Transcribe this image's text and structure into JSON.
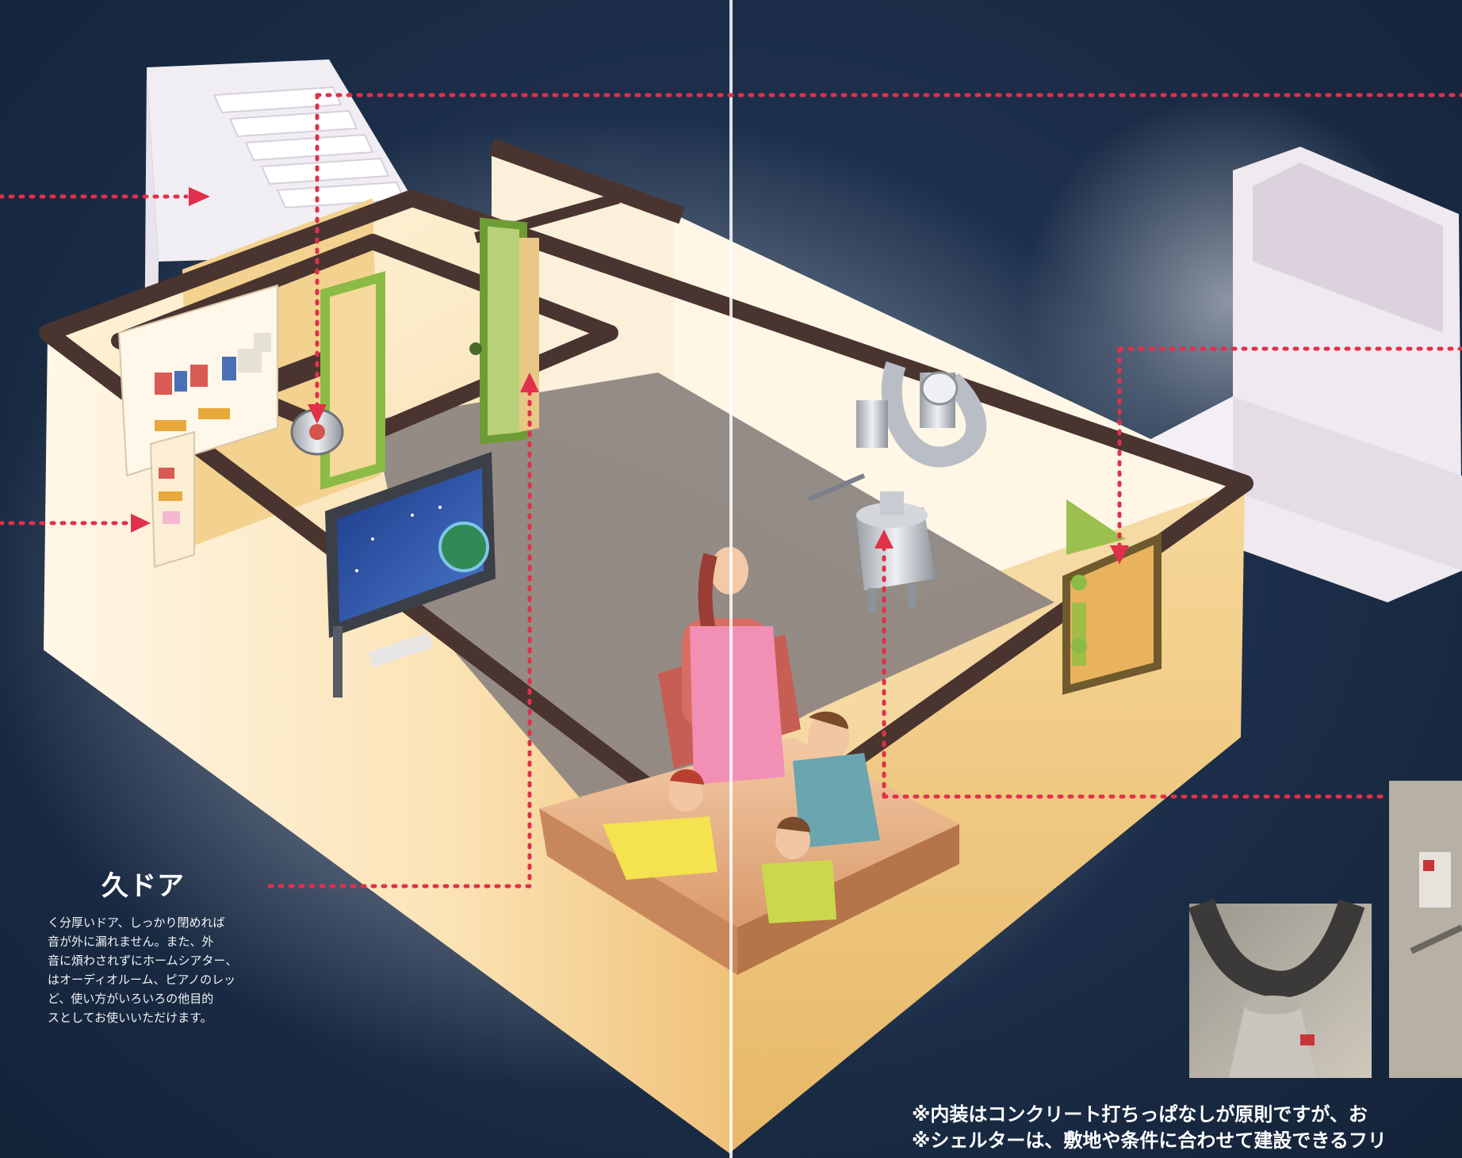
{
  "door_caption": {
    "heading": "久ドア",
    "body": [
      "く分厚いドア、しっかり閉めれば",
      "音が外に漏れません。また、外",
      "音に煩わされずにホームシアター、",
      "はオーディオルーム、ピアノのレッ",
      "ど、使い方がいろいろの他目的",
      "スとしてお使いいただけます。"
    ]
  },
  "notes": [
    "※内装はコンクリート打ちっぱなしが原則ですが、お",
    "※シェルターは、敷地や条件に合わせて建設できるフリ"
  ],
  "colors": {
    "background": "#1b2d48",
    "leader_line": "#e0304a",
    "wall_frame": "#4a3430",
    "carpet": "#8e8682",
    "door_frame": "#8cba46"
  }
}
